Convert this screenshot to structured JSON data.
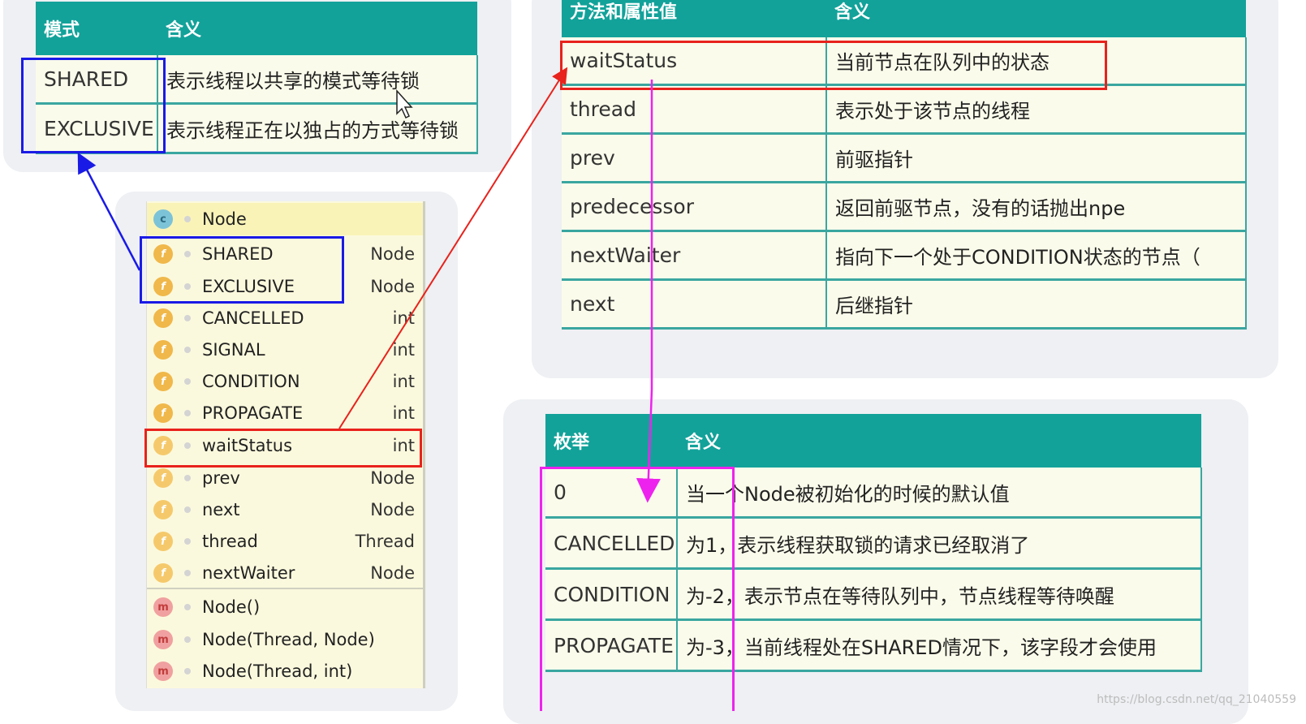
{
  "mode_table": {
    "headers": [
      "模式",
      "含义"
    ],
    "rows": [
      [
        "SHARED",
        "表示线程以共享的模式等待锁"
      ],
      [
        "EXCLUSIVE",
        "表示线程正在以独占的方式等待锁"
      ]
    ]
  },
  "attr_table": {
    "headers": [
      "方法和属性值",
      "含义"
    ],
    "rows": [
      [
        "waitStatus",
        "当前节点在队列中的状态"
      ],
      [
        "thread",
        "表示处于该节点的线程"
      ],
      [
        "prev",
        "前驱指针"
      ],
      [
        "predecessor",
        "返回前驱节点，没有的话抛出npe"
      ],
      [
        "nextWaiter",
        "指向下一个处于CONDITION状态的节点（"
      ],
      [
        "next",
        "后继指针"
      ]
    ]
  },
  "enum_table": {
    "headers": [
      "枚举",
      "含义"
    ],
    "rows": [
      [
        "0",
        "当一个Node被初始化的时候的默认值"
      ],
      [
        "CANCELLED",
        "为1，表示线程获取锁的请求已经取消了"
      ],
      [
        "CONDITION",
        "为-2，表示节点在等待队列中，节点线程等待唤醒"
      ],
      [
        "PROPAGATE",
        "为-3，当前线程处在SHARED情况下，该字段才会使用"
      ]
    ]
  },
  "structure": {
    "class_name": "Node",
    "class_badge": "c",
    "fields": [
      {
        "name": "SHARED",
        "type": "Node",
        "badge": "f"
      },
      {
        "name": "EXCLUSIVE",
        "type": "Node",
        "badge": "f"
      },
      {
        "name": "CANCELLED",
        "type": "int",
        "badge": "f"
      },
      {
        "name": "SIGNAL",
        "type": "int",
        "badge": "f"
      },
      {
        "name": "CONDITION",
        "type": "int",
        "badge": "f"
      },
      {
        "name": "PROPAGATE",
        "type": "int",
        "badge": "f"
      },
      {
        "name": "waitStatus",
        "type": "int",
        "badge": "f"
      },
      {
        "name": "prev",
        "type": "Node",
        "badge": "f"
      },
      {
        "name": "next",
        "type": "Node",
        "badge": "f"
      },
      {
        "name": "thread",
        "type": "Thread",
        "badge": "f"
      },
      {
        "name": "nextWaiter",
        "type": "Node",
        "badge": "f"
      }
    ],
    "methods": [
      {
        "name": "Node()",
        "badge": "m"
      },
      {
        "name": "Node(Thread, Node)",
        "badge": "m"
      },
      {
        "name": "Node(Thread, int)",
        "badge": "m"
      }
    ]
  },
  "colors": {
    "header_teal": "#12a29a",
    "cell_bg": "#fbfbeb",
    "blue_highlight": "#1a1ae6",
    "red_highlight": "#e8221c",
    "magenta_highlight": "#ee22ee"
  },
  "watermark": "https://blog.csdn.net/qq_21040559"
}
